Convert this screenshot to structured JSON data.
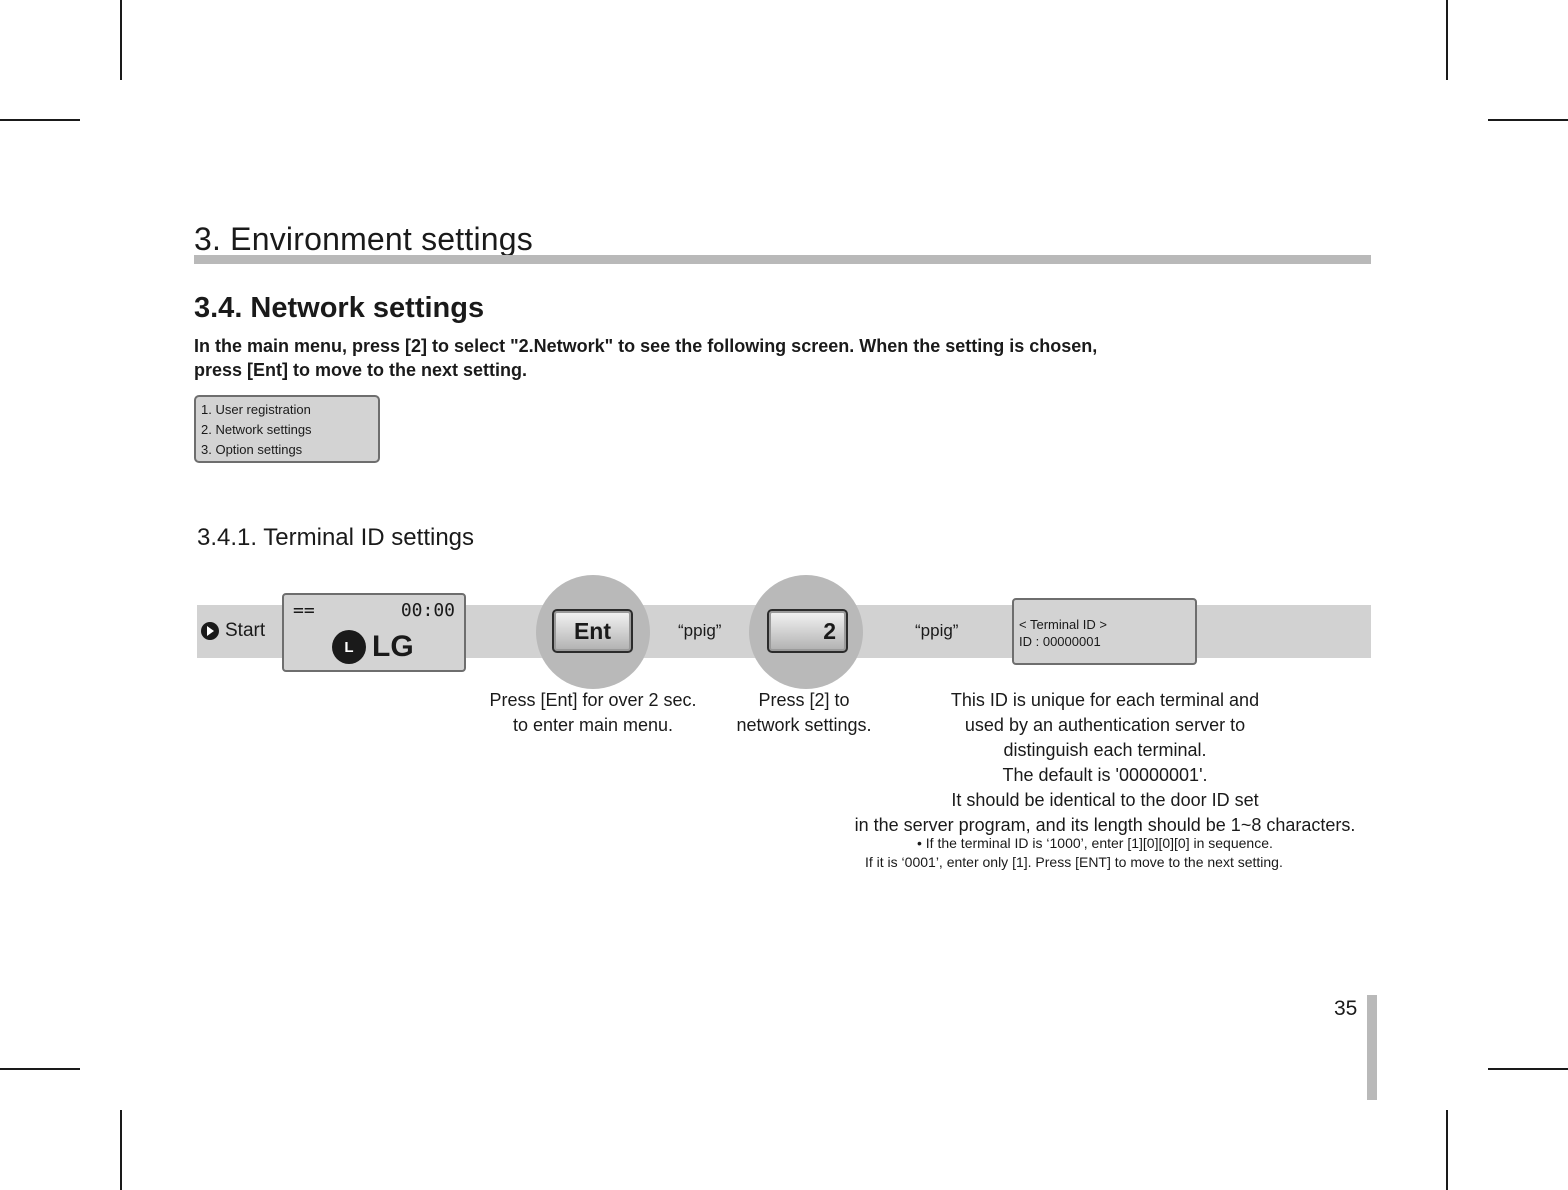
{
  "section_title": "3. Environment settings",
  "subsection_title": "3.4. Network settings",
  "intro_lines": [
    "In the main menu, press [2] to select \"2.Network\" to see the following screen. When the setting is chosen,",
    "press [Ent] to move to the next setting."
  ],
  "main_menu_screen": {
    "items": [
      "1. User registration",
      "2. Network settings",
      "3. Option settings"
    ]
  },
  "subsubsection_title": "3.4.1. Terminal ID settings",
  "flow": {
    "start_label": "Start",
    "home_screen": {
      "indicator": "==",
      "clock": "00:00",
      "logo_text": "LG",
      "logo_mark": "L"
    },
    "ent_key_label": "Ent",
    "beep_1": "“ppig”",
    "two_key_label": "2",
    "beep_2": "“ppig”",
    "terminal_screen": {
      "line1": "< Terminal ID >",
      "line2": "ID : 00000001"
    }
  },
  "captions": {
    "ent": [
      "Press [Ent] for over 2 sec.",
      "to enter main menu."
    ],
    "two": [
      "Press [2] to",
      "network settings."
    ],
    "terminal": [
      "This ID is unique for each terminal and",
      "used by an authentication server to",
      "distinguish each terminal.",
      "The default is '00000001'.",
      "It should be identical to the door ID set",
      "in the server program, and its length should be 1~8 characters."
    ],
    "notes": [
      "• If the terminal ID is ‘1000’, enter [1][0][0][0] in sequence.",
      "If it is ‘0001’, enter only [1]. Press [ENT] to move to the next setting."
    ]
  },
  "page_number": "35",
  "colors": {
    "band_gray": "#d2d2d2",
    "rule_gray": "#b9b9b9",
    "lcd_gray": "#d3d3d3"
  }
}
